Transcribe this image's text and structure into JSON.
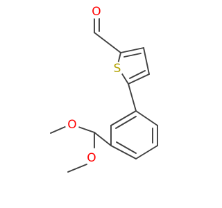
{
  "molecule": {
    "atoms": {
      "aldehyde_o": {
        "symbol": "O",
        "color": "#ff0000"
      },
      "thiophene_s": {
        "symbol": "S",
        "color": "#b2a200"
      },
      "methoxy_o_upper": {
        "symbol": "O",
        "color": "#ff0000"
      },
      "methoxy_o_lower": {
        "symbol": "O",
        "color": "#ff0000"
      }
    },
    "bond_color": "#404040"
  }
}
